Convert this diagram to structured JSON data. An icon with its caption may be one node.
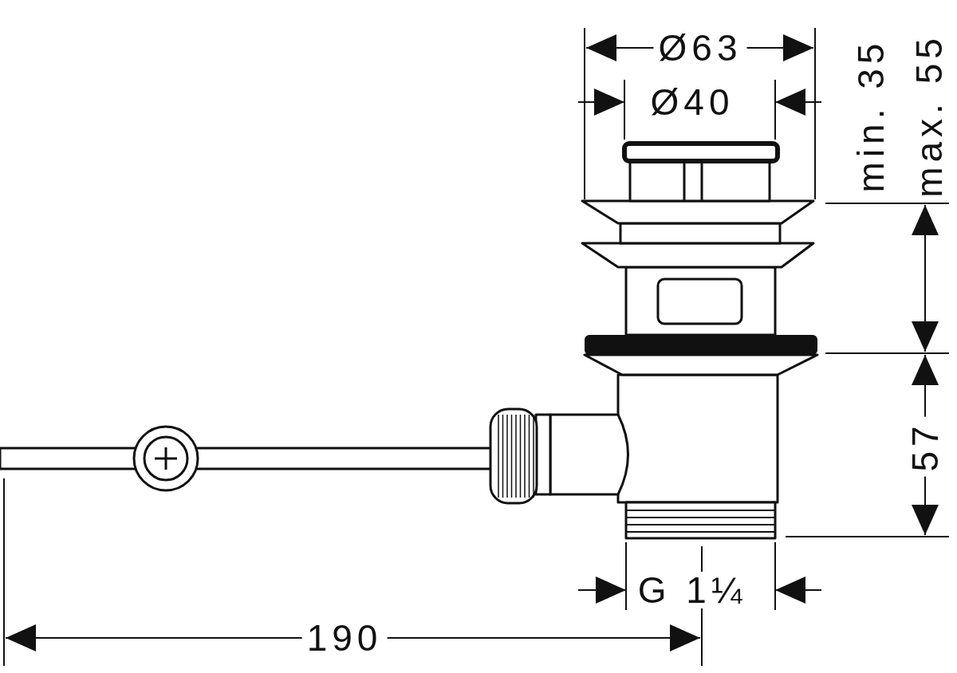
{
  "diagram": {
    "labels": [
      "Ø63",
      "Ø40",
      "min. 35",
      "max. 55",
      "57",
      "G 1¼",
      "190"
    ]
  }
}
